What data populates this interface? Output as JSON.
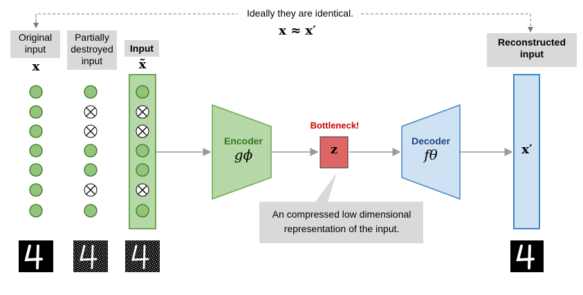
{
  "top": {
    "note": "Ideally they are identical.",
    "equation": "x ≈ x′"
  },
  "columns": {
    "original": {
      "title_line1": "Original",
      "title_line2": "input",
      "symbol": "x"
    },
    "destroyed": {
      "title_line1": "Partially",
      "title_line2": "destroyed",
      "title_line3": "input"
    },
    "input": {
      "title": "Input",
      "symbol": "x̃"
    },
    "reconstructed": {
      "title_line1": "Reconstructed",
      "title_line2": "input",
      "symbol": "x′"
    }
  },
  "encoder": {
    "label": "Encoder",
    "function": "gϕ"
  },
  "decoder": {
    "label": "Decoder",
    "function": "fθ"
  },
  "bottleneck": {
    "label": "Bottleneck!",
    "symbol": "z"
  },
  "callout": {
    "line1": "An compressed low dimensional",
    "line2": "representation of the input."
  },
  "node_states": {
    "original": [
      "ok",
      "ok",
      "ok",
      "ok",
      "ok",
      "ok",
      "ok"
    ],
    "destroyed": [
      "ok",
      "x",
      "x",
      "ok",
      "ok",
      "x",
      "ok"
    ],
    "input": [
      "ok",
      "x",
      "x",
      "ok",
      "ok",
      "x",
      "ok"
    ]
  },
  "digit_images": {
    "original": {
      "digit": "4",
      "noisy": false
    },
    "destroyed": {
      "digit": "4",
      "noisy": true
    },
    "input": {
      "digit": "4",
      "noisy": true
    },
    "reconstructed": {
      "digit": "4",
      "noisy": false
    }
  },
  "colors": {
    "node_fill": "#93c47d",
    "node_stroke": "#38761d",
    "encoder_fill": "#b6d7a8",
    "encoder_stroke": "#6aa84f",
    "encoder_text": "#38761d",
    "decoder_fill": "#cfe2f3",
    "decoder_stroke": "#3d85c6",
    "decoder_text": "#1c4587",
    "bottleneck_fill": "#e06666",
    "bottleneck_text": "#cc0000",
    "callout_fill": "#d9d9d9",
    "arrow": "#999999"
  }
}
